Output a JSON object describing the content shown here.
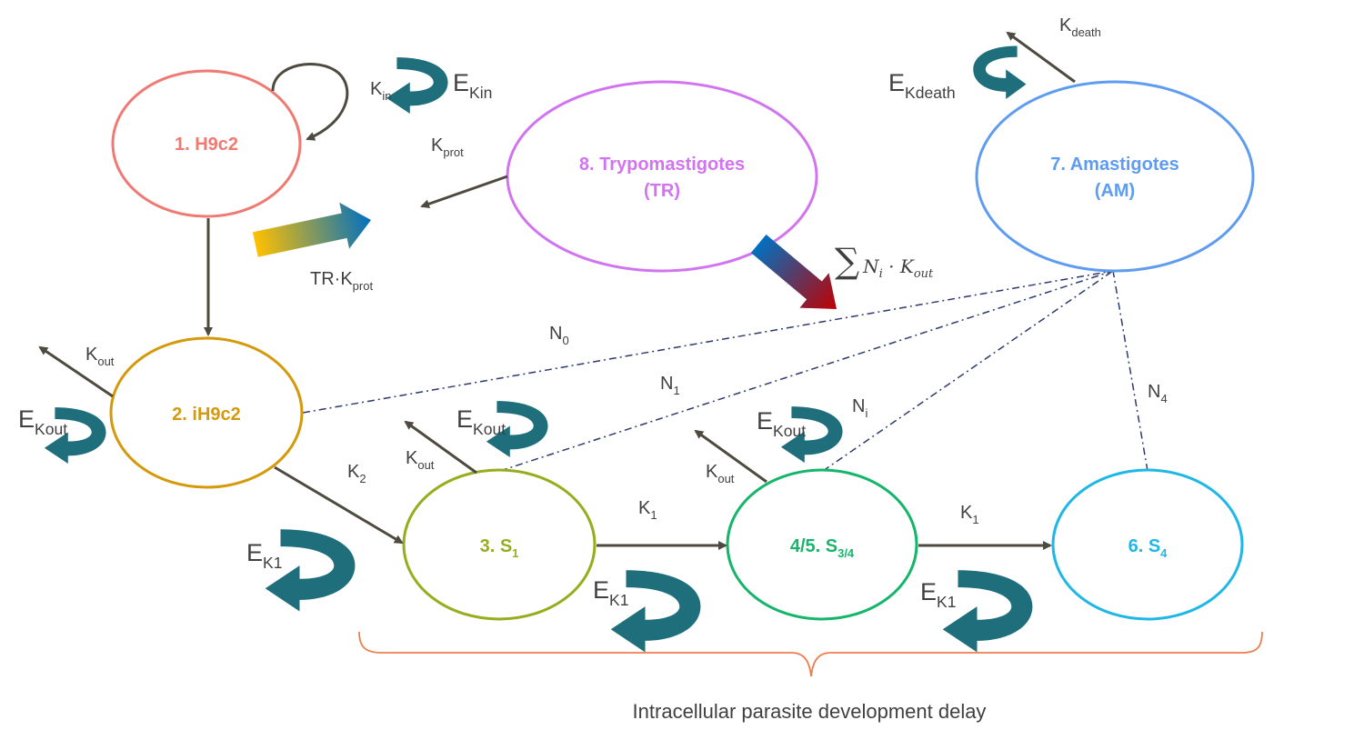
{
  "colors": {
    "h9c2": "#f07a73",
    "ih9c2": "#d49a0c",
    "s1": "#98ad1d",
    "s34": "#16b56c",
    "s4": "#1fb8e6",
    "amastigotes": "#5e9cf0",
    "trypomastigotes": "#d274f0",
    "arrow": "#4f4a3f",
    "effect_arrow": "#1f6e7c",
    "dashed": "#2e3a6e",
    "brace": "#ed7d4d",
    "label": "#404040"
  },
  "nodes": {
    "h9c2": "1. H9c2",
    "ih9c2": "2. iH9c2",
    "s1": {
      "main": "3. S",
      "sub": "1"
    },
    "s34": {
      "main": "4/5. S",
      "sub": "3/4"
    },
    "s4": {
      "main": "6. S",
      "sub": "4"
    },
    "amastigotes": {
      "line1": "7. Amastigotes",
      "line2": "(AM)"
    },
    "trypomastigotes": {
      "line1": "8. Trypomastigotes",
      "line2": "(TR)"
    }
  },
  "labels": {
    "k_in": {
      "main": "K",
      "sub": "in"
    },
    "e_kin": {
      "main": "E",
      "sub": "Kin"
    },
    "k_prot": {
      "main": "K",
      "sub": "prot"
    },
    "tr_kprot": {
      "main": "TR·K",
      "sub": "prot"
    },
    "k_death": {
      "main": "K",
      "sub": "death"
    },
    "e_kdeath": {
      "main": "E",
      "sub": "Kdeath"
    },
    "k_out": {
      "main": "K",
      "sub": "out"
    },
    "e_kout": {
      "main": "E",
      "sub": "Kout"
    },
    "k_2": {
      "main": "K",
      "sub": "2"
    },
    "k_1": {
      "main": "K",
      "sub": "1"
    },
    "e_k1": {
      "main": "E",
      "sub": "K1"
    },
    "n_0": {
      "main": "N",
      "sub": "0"
    },
    "n_1": {
      "main": "N",
      "sub": "1"
    },
    "n_i": {
      "main": "N",
      "sub": "i"
    },
    "n_4": {
      "main": "N",
      "sub": "4"
    },
    "sum_formula": {
      "sigma": "∑",
      "n": "N",
      "i": "i",
      "dot": " · K",
      "out": "out"
    }
  },
  "caption": "Intracellular parasite development delay"
}
